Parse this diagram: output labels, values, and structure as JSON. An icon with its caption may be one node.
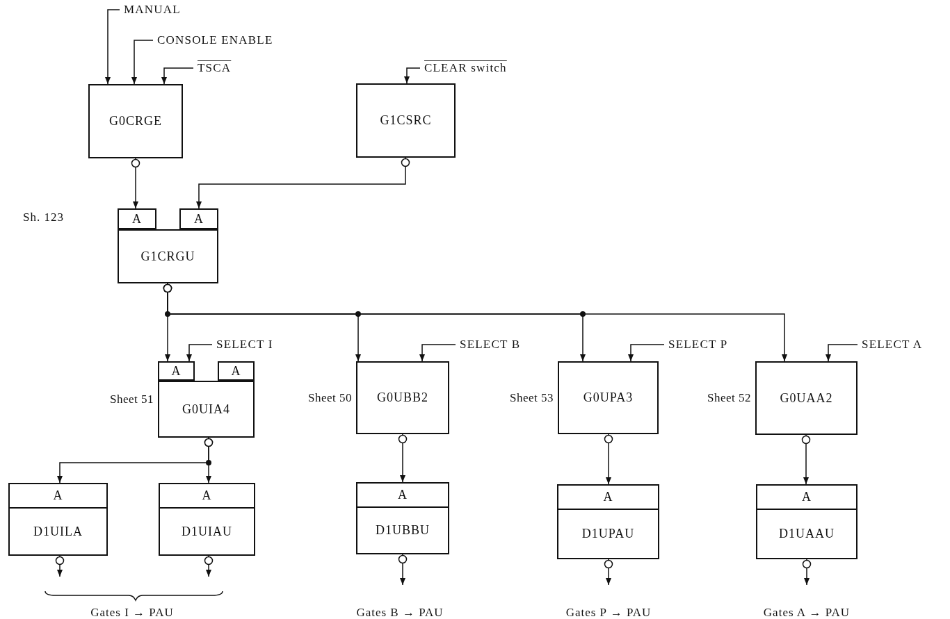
{
  "diagram": {
    "nodes": [
      {
        "text": [
          "MANUAL"
        ]
      },
      {
        "text": [
          "CONSOLE ENABLE"
        ]
      },
      {
        "text": [
          "TSCA"
        ]
      },
      {
        "text": [
          "CLEAR switch"
        ]
      },
      {
        "text": [
          "G0CRGE"
        ]
      },
      {
        "text": [
          "G1CSRC"
        ]
      },
      {
        "text": [
          "G1CRGU"
        ]
      },
      {
        "text": [
          "A"
        ],
        "in": 6
      },
      {
        "text": [
          "A"
        ],
        "in": 6
      },
      {
        "text": [
          "SELECT I"
        ]
      },
      {
        "text": [
          "SELECT B"
        ]
      },
      {
        "text": [
          "SELECT P"
        ]
      },
      {
        "text": [
          "SELECT A"
        ]
      },
      {
        "text": [
          "G0UIA4"
        ],
        "beside": [
          "Sheet 51"
        ]
      },
      {
        "text": [
          "A"
        ],
        "in": 13
      },
      {
        "text": [
          "A"
        ],
        "in": 13
      },
      {
        "text": [
          "G0UBB2"
        ],
        "beside": [
          "Sheet 50"
        ]
      },
      {
        "text": [
          "G0UPA3"
        ],
        "beside": [
          "Sheet 53"
        ]
      },
      {
        "text": [
          "G0UAA2"
        ],
        "beside": [
          "Sheet 52"
        ]
      },
      {
        "text": [
          "D1UILA"
        ]
      },
      {
        "text": [
          "A"
        ],
        "in": 19
      },
      {
        "text": [
          "D1UIAU"
        ]
      },
      {
        "text": [
          "A"
        ],
        "in": 21
      },
      {
        "text": [
          "D1UBBU"
        ]
      },
      {
        "text": [
          "A"
        ],
        "in": 23
      },
      {
        "text": [
          "D1UPAU"
        ]
      },
      {
        "text": [
          "A"
        ],
        "in": 25
      },
      {
        "text": [
          "D1UAAU"
        ]
      },
      {
        "text": [
          "A"
        ],
        "in": 27
      }
    ],
    "edges": [
      {
        "from": 0,
        "to": 4,
        "arrow": "to"
      },
      {
        "from": 1,
        "to": 4,
        "arrow": "to"
      },
      {
        "from": 2,
        "to": 4,
        "arrow": "to"
      },
      {
        "from": 3,
        "to": 5,
        "arrow": "to"
      },
      {
        "from": 4,
        "to": 7,
        "arrow": "to"
      },
      {
        "from": 5,
        "to": 8,
        "arrow": "to"
      },
      {
        "from": 6,
        "to": 14,
        "arrow": "to"
      },
      {
        "from": 6,
        "to": 16,
        "arrow": "to"
      },
      {
        "from": 6,
        "to": 17,
        "arrow": "to"
      },
      {
        "from": 6,
        "to": 18,
        "arrow": "to"
      },
      {
        "from": 9,
        "to": 14,
        "arrow": "to"
      },
      {
        "from": 10,
        "to": 16,
        "arrow": "to"
      },
      {
        "from": 11,
        "to": 17,
        "arrow": "to"
      },
      {
        "from": 12,
        "to": 18,
        "arrow": "to"
      },
      {
        "from": 13,
        "to": 20,
        "arrow": "to"
      },
      {
        "from": 13,
        "to": 22,
        "arrow": "to"
      },
      {
        "from": 16,
        "to": 24,
        "arrow": "to"
      },
      {
        "from": 17,
        "to": 26,
        "arrow": "to"
      },
      {
        "from": 18,
        "to": 28,
        "arrow": "to"
      },
      {
        "from": 19,
        "to": null,
        "arrow": "to"
      },
      {
        "from": 21,
        "to": null,
        "arrow": "to"
      },
      {
        "from": 23,
        "to": null,
        "arrow": "to"
      },
      {
        "from": 25,
        "to": null,
        "arrow": "to"
      },
      {
        "from": 27,
        "to": null,
        "arrow": "to"
      }
    ],
    "labels": [
      "Sh. 123",
      "Gates I → PAU",
      "Gates B → PAU",
      "Gates P → PAU",
      "Gates A → PAU"
    ]
  }
}
